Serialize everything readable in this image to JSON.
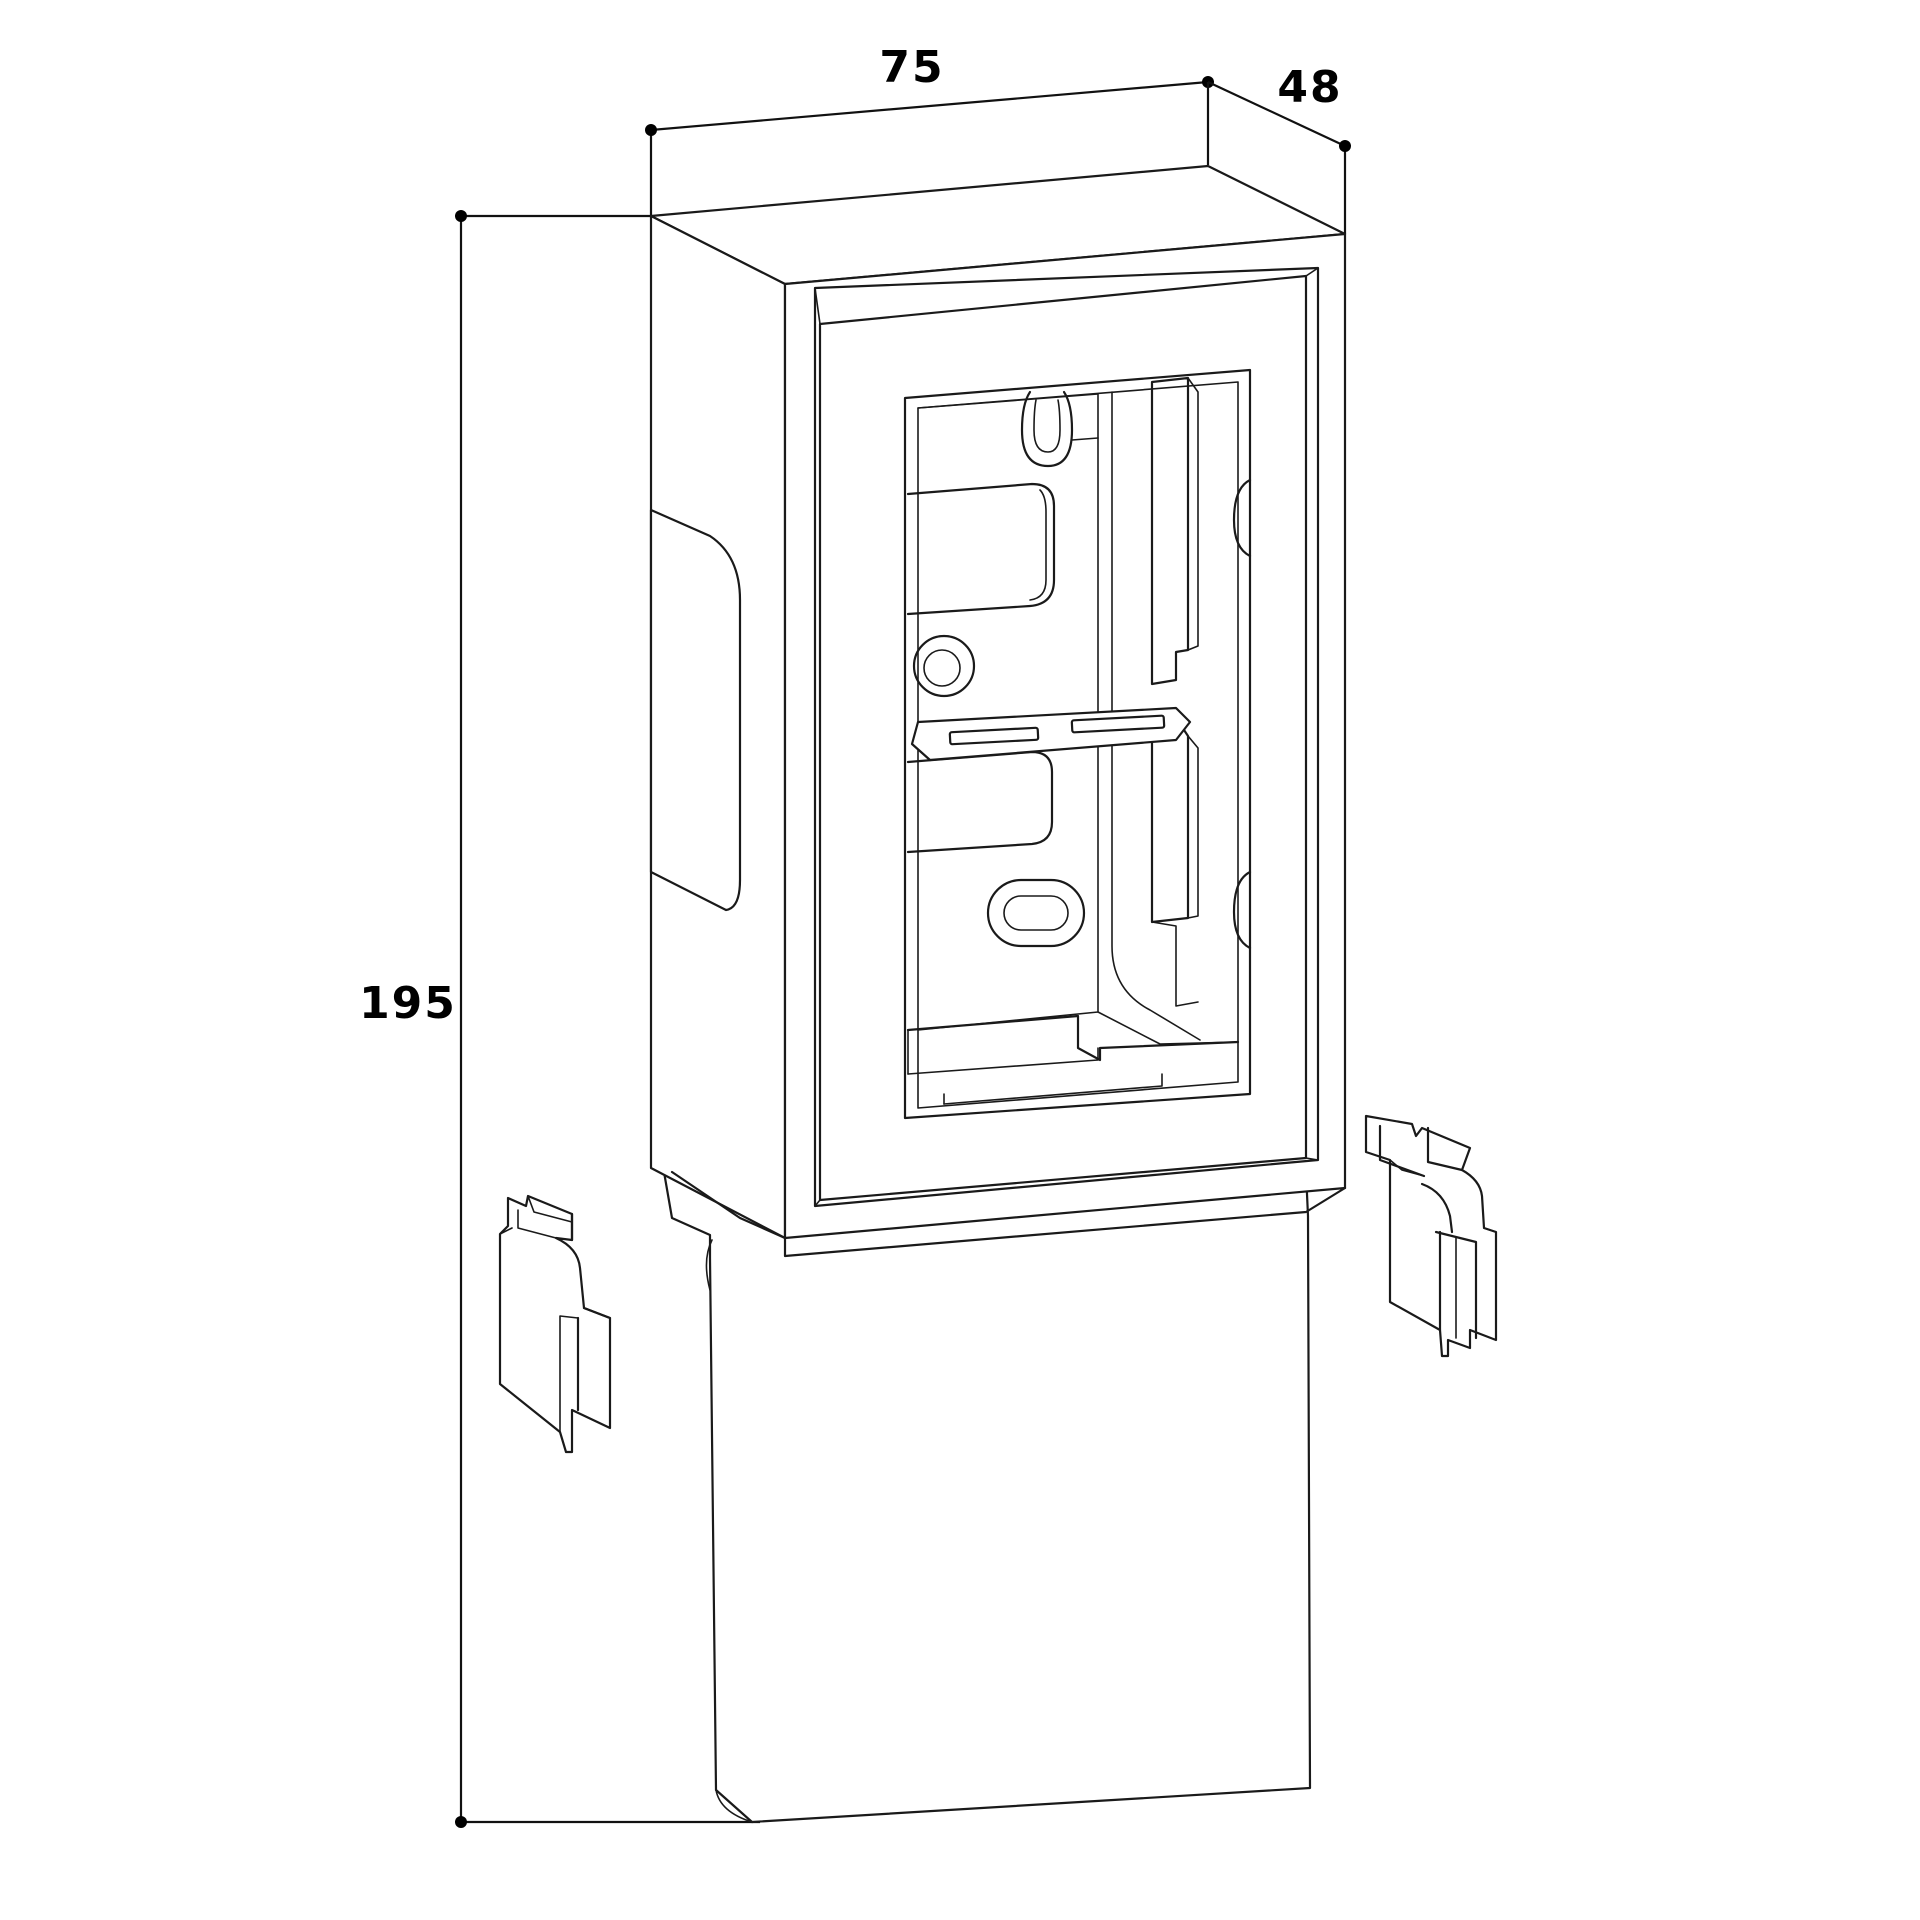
{
  "dimensions": {
    "width": "75",
    "depth": "48",
    "height": "195"
  }
}
